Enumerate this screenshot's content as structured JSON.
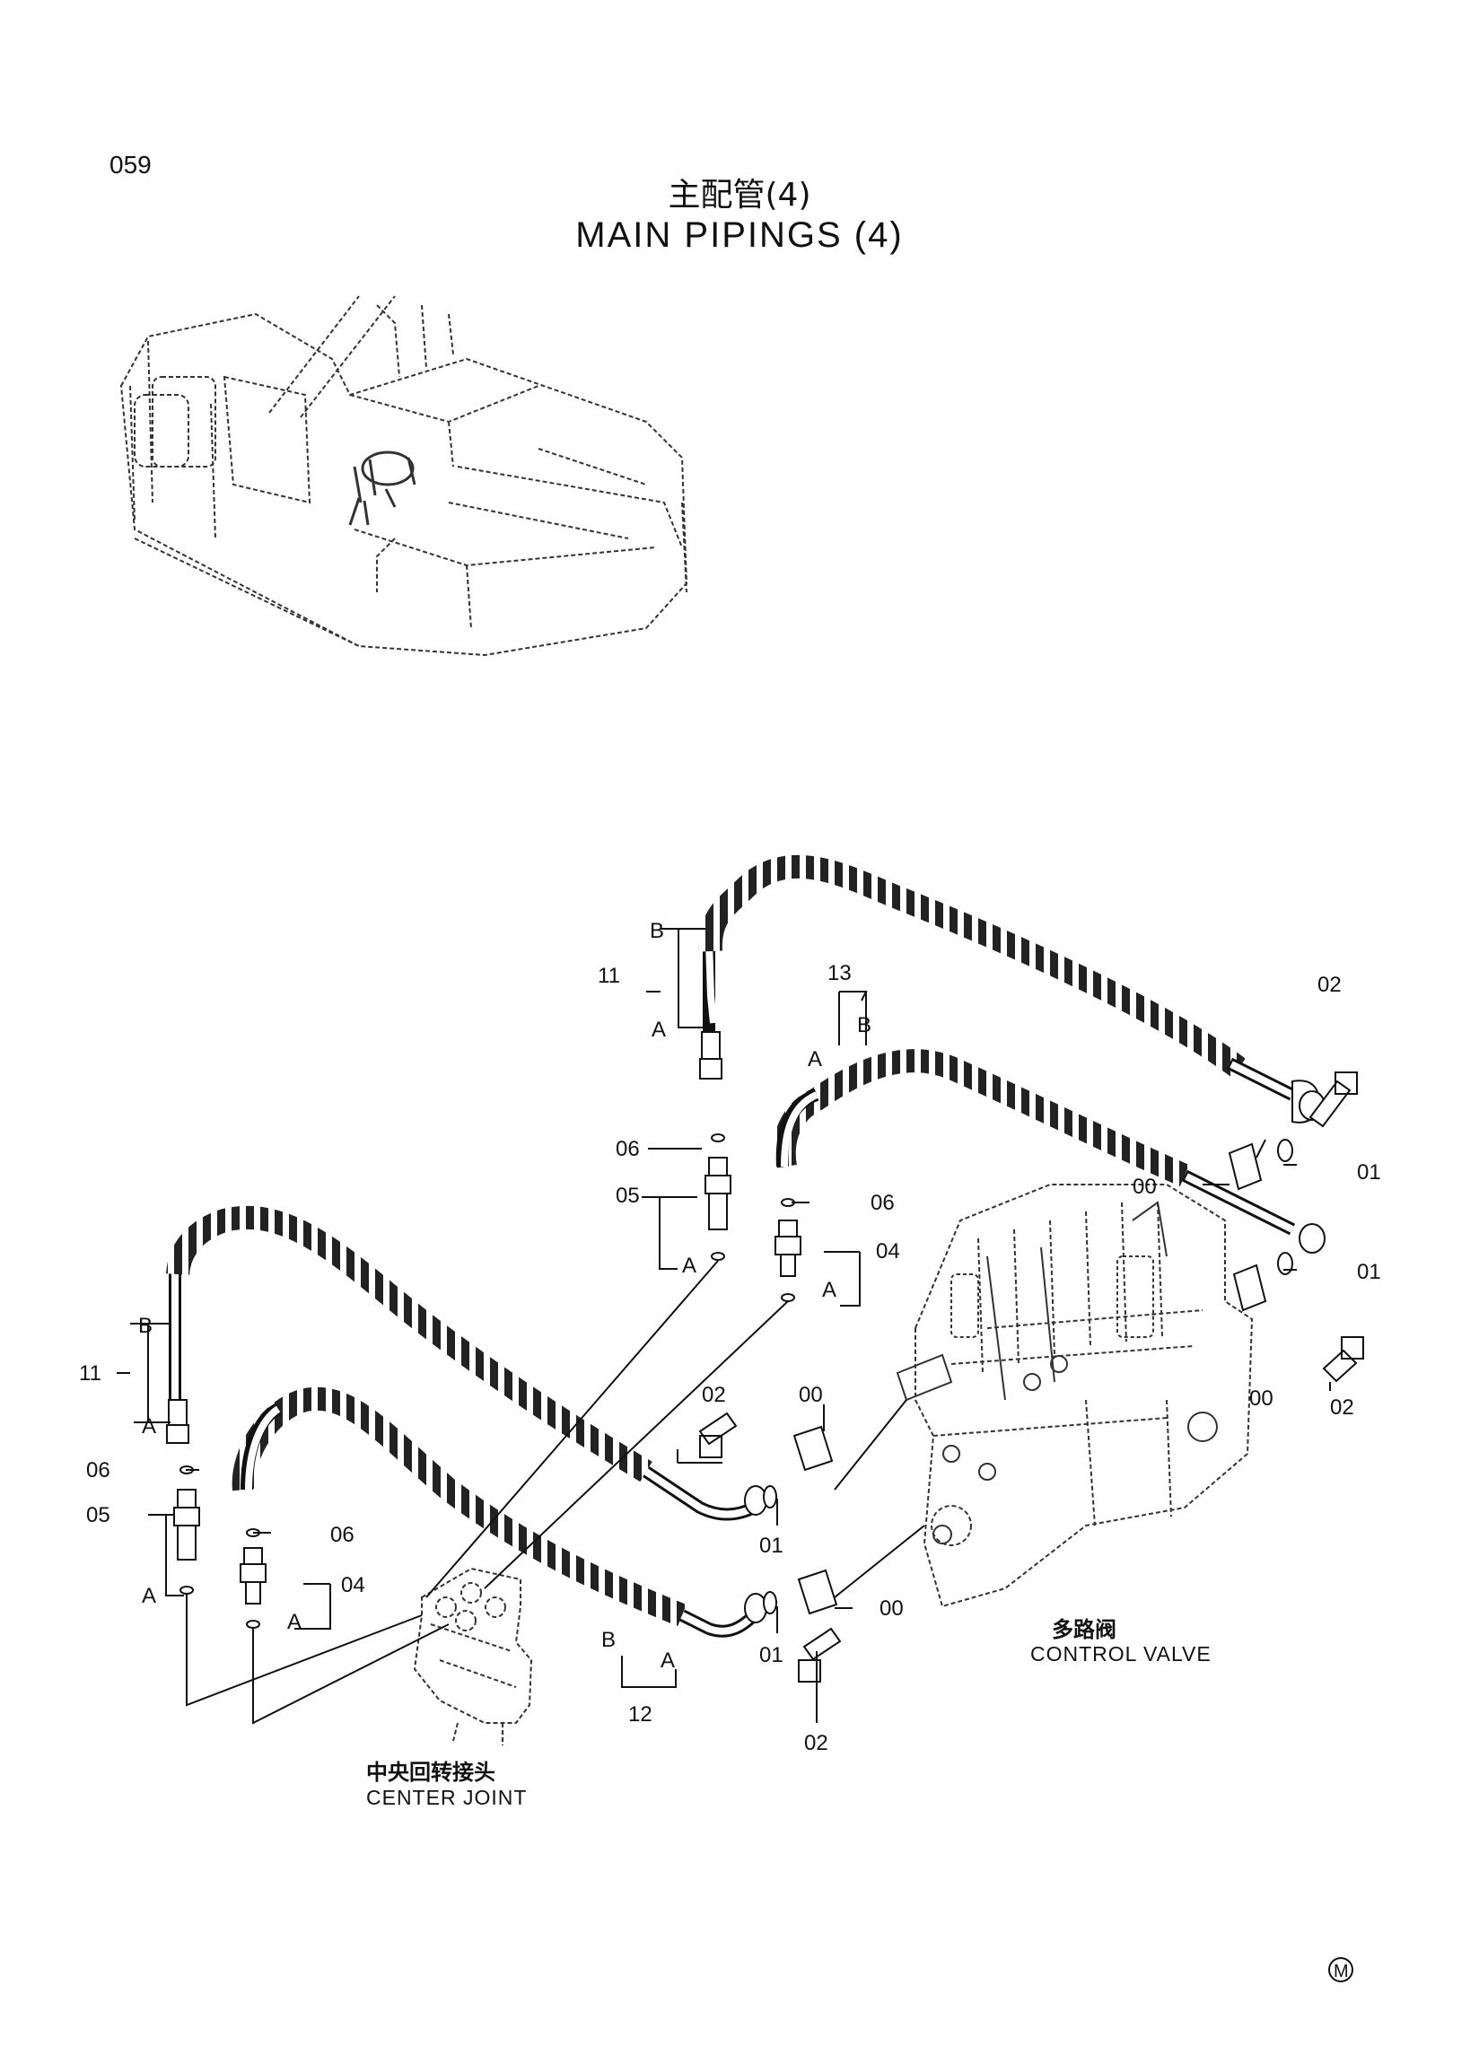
{
  "page_number": "059",
  "title_cn": "主配管(4)",
  "title_en": "MAIN PIPINGS (4)",
  "center_joint": {
    "cn": "中央回转接头",
    "en": "CENTER JOINT"
  },
  "control_valve": {
    "cn": "多路阀",
    "en": "CONTROL VALVE"
  },
  "callouts": {
    "c11_top": "11",
    "c11_left": "11",
    "c13": "13",
    "c12": "12",
    "c02_tr": "02",
    "c01_r1": "01",
    "c01_r2": "01",
    "c02_r": "02",
    "c00_top": "00",
    "c00_mid": "00",
    "c00_r": "00",
    "c00_low": "00",
    "c06_a": "06",
    "c06_b": "06",
    "c06_c": "06",
    "c06_d": "06",
    "c05_a": "05",
    "c05_b": "05",
    "c04_a": "04",
    "c04_b": "04",
    "c02_mid": "02",
    "c02_bot": "02",
    "c01_m1": "01",
    "c01_m2": "01",
    "A1": "A",
    "B1": "B",
    "A2": "A",
    "B2": "B",
    "A3": "A",
    "B3": "B",
    "A4": "A",
    "B4": "B",
    "A5": "A",
    "A6": "A",
    "A7": "A",
    "A8": "A"
  },
  "mark": "M"
}
